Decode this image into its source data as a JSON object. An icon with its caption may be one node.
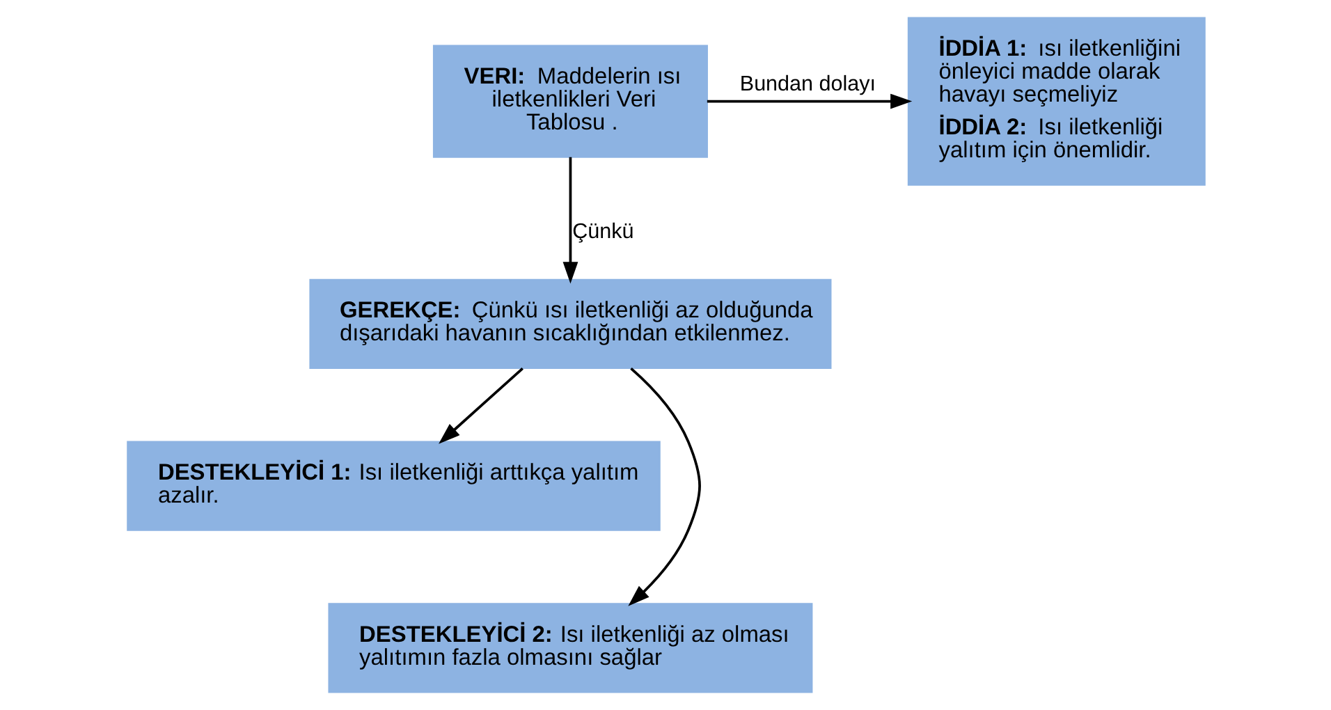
{
  "diagram": {
    "nodes": [
      {
        "text": [
          "**VERI:** Maddelerin ısı iletkenlikleri Veri Tablosu ."
        ]
      },
      {
        "text": [
          "**İDDİA 1:** ısı iletkenliğini önleyici madde olarak havayı seçmeliyiz",
          "**İDDİA 2:** Isı iletkenliği yalıtım için önemlidir."
        ]
      },
      {
        "text": [
          "**GEREKÇE:** Çünkü ısı iletkenliği az olduğunda dışarıdaki havanın sıcaklığından etkilenmez."
        ]
      },
      {
        "text": [
          "**DESTEKLEYİCİ 1:** Isı iletkenliği arttıkça yalıtım azalır."
        ]
      },
      {
        "text": [
          "**DESTEKLEYİCİ 2:** Isı iletkenliği az olması yalıtımın fazla olmasını sağlar"
        ]
      }
    ],
    "edges": [
      {
        "from": 0,
        "to": 1,
        "arrow": "to",
        "label": "Bundan dolayı"
      },
      {
        "from": 0,
        "to": 2,
        "arrow": "to",
        "label": "Çünkü"
      },
      {
        "from": 2,
        "to": 3,
        "arrow": "to"
      },
      {
        "from": 2,
        "to": 4,
        "arrow": "to"
      }
    ]
  }
}
